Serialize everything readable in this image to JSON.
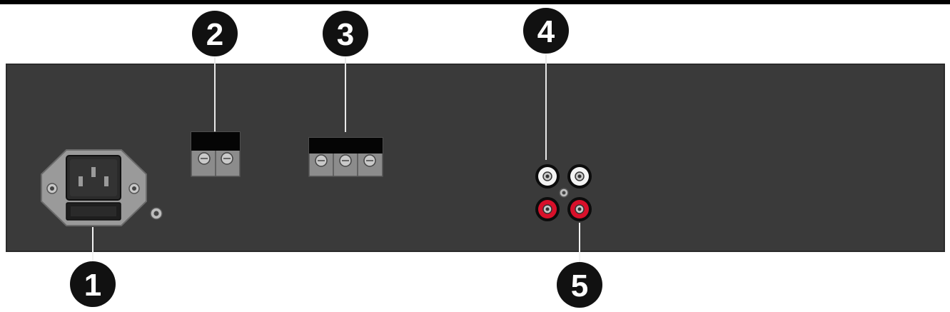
{
  "colors": {
    "panel": "#3a3a3a",
    "panel_edge": "#2e2e2e",
    "top_rule": "#000000",
    "callout_fill": "#111111",
    "callout_text": "#ffffff",
    "leader_line": "#f2f2f2",
    "rca_white": "#f4f4f4",
    "rca_red": "#d8102a",
    "terminal_body": "#8c8c8c",
    "terminal_cap": "#050505",
    "iec_plate": "#9a9a9a"
  },
  "callouts": [
    {
      "label": "1",
      "part": "power-inlet"
    },
    {
      "label": "2",
      "part": "two-pin-terminal"
    },
    {
      "label": "3",
      "part": "three-pin-terminal"
    },
    {
      "label": "4",
      "part": "rca-white-pair"
    },
    {
      "label": "5",
      "part": "rca-red-pair"
    }
  ]
}
